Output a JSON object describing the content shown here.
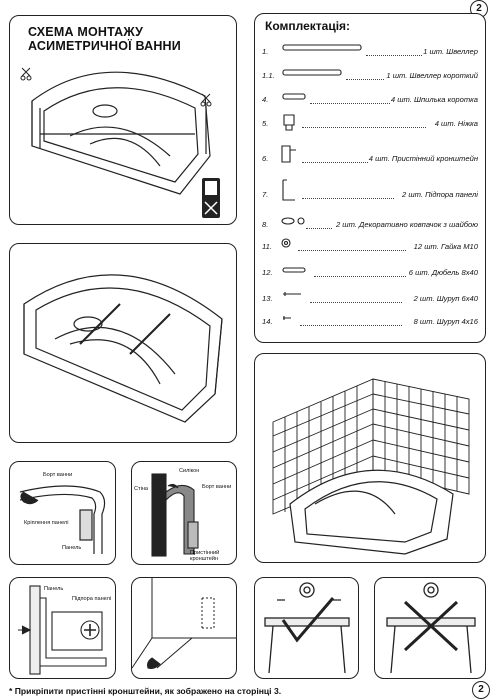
{
  "page_number_top": "2",
  "page_number_bottom": "2",
  "scheme_title_line1": "СХЕМА МОНТАЖУ",
  "scheme_title_line2": "АСИМЕТРИЧНОЇ ВАННИ",
  "kit": {
    "title": "Комплектація:",
    "items": [
      {
        "num": "1.",
        "desc": "1 шт. Швеллер"
      },
      {
        "num": "1.1.",
        "desc": "1 шт. Швеллер короткий"
      },
      {
        "num": "4.",
        "desc": "4 шт. Шпилька коротка"
      },
      {
        "num": "5.",
        "desc": "4 шт. Ніжка"
      },
      {
        "num": "6.",
        "desc": "4 шт. Пристінний кронштейн"
      },
      {
        "num": "7.",
        "desc": "2 шт. Підпора панелі"
      },
      {
        "num": "8.",
        "desc": "2 шт. Декоративно ковпачок з шайбою"
      },
      {
        "num": "11.",
        "desc": "12 шт. Гайка М10"
      },
      {
        "num": "12.",
        "desc": "6 шт. Дюбель 8х40"
      },
      {
        "num": "13.",
        "desc": "2 шт. Шуруп 6х40"
      },
      {
        "num": "14.",
        "desc": "8 шт. Шуруп 4х16"
      }
    ]
  },
  "detail_labels": {
    "bath_rim": "Борт ванни",
    "panel_fixing": "Кріплення панелі",
    "panel": "Панель",
    "silicone": "Силікон",
    "wall": "Стіна",
    "bath_rim_2": "Борт ванни",
    "wall_bracket": "Пристінний кронштейн",
    "panel_2": "Панель",
    "panel_support": "Підпора панелі"
  },
  "footer_note": "* Прикріпити пристінні кронштейни, як зображено на сторінці 3."
}
